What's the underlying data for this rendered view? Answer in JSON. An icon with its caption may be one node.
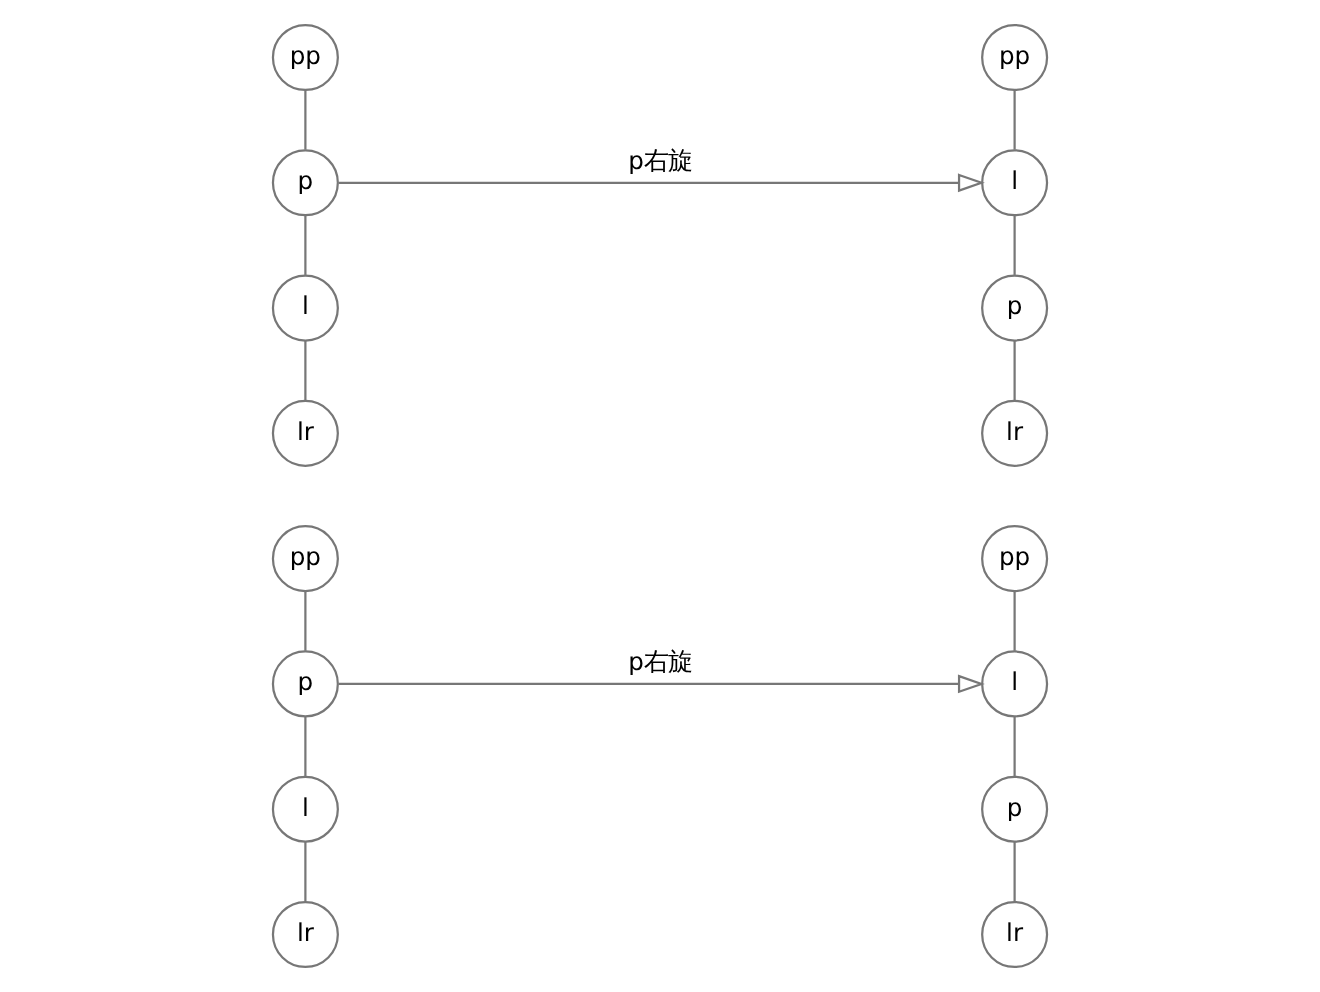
{
  "diagram": {
    "nodes": [
      {
        "text": [
          "pp"
        ]
      },
      {
        "text": [
          "p"
        ]
      },
      {
        "text": [
          "l"
        ]
      },
      {
        "text": [
          "lr"
        ]
      },
      {
        "text": [
          "pp"
        ]
      },
      {
        "text": [
          "l"
        ]
      },
      {
        "text": [
          "p"
        ]
      },
      {
        "text": [
          "lr"
        ]
      },
      {
        "text": [
          "pp"
        ]
      },
      {
        "text": [
          "p"
        ]
      },
      {
        "text": [
          "l"
        ]
      },
      {
        "text": [
          "lr"
        ]
      },
      {
        "text": [
          "pp"
        ]
      },
      {
        "text": [
          "l"
        ]
      },
      {
        "text": [
          "p"
        ]
      },
      {
        "text": [
          "lr"
        ]
      }
    ],
    "edges": [
      {
        "from": 0,
        "to": 1,
        "arrow": "none"
      },
      {
        "from": 1,
        "to": 2,
        "arrow": "none"
      },
      {
        "from": 2,
        "to": 3,
        "arrow": "none"
      },
      {
        "from": 1,
        "to": 5,
        "arrow": "to",
        "label": "p右旋"
      },
      {
        "from": 4,
        "to": 5,
        "arrow": "none"
      },
      {
        "from": 5,
        "to": 6,
        "arrow": "none"
      },
      {
        "from": 6,
        "to": 7,
        "arrow": "none"
      },
      {
        "from": 8,
        "to": 9,
        "arrow": "none"
      },
      {
        "from": 9,
        "to": 10,
        "arrow": "none"
      },
      {
        "from": 10,
        "to": 11,
        "arrow": "none"
      },
      {
        "from": 9,
        "to": 13,
        "arrow": "to",
        "label": "p右旋"
      },
      {
        "from": 12,
        "to": 13,
        "arrow": "none"
      },
      {
        "from": 13,
        "to": 14,
        "arrow": "none"
      },
      {
        "from": 14,
        "to": 15,
        "arrow": "none"
      }
    ]
  }
}
